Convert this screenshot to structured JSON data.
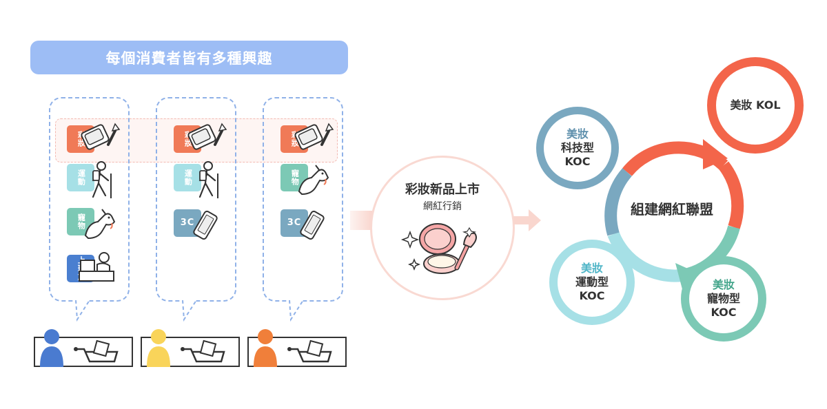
{
  "title": "每個消費者皆有多種興趣",
  "consumers": [
    {
      "color": "#4a7bd0",
      "interests": [
        {
          "label": "彩妝",
          "type": "makeup",
          "icon": "compact-icon"
        },
        {
          "label": "運動",
          "type": "sport",
          "icon": "hiker-icon"
        },
        {
          "label": "寵物",
          "type": "pet",
          "icon": "dog-icon"
        },
        {
          "label": "上班族",
          "type": "office",
          "icon": "office-worker-icon"
        }
      ]
    },
    {
      "color": "#f9d45a",
      "interests": [
        {
          "label": "彩妝",
          "type": "makeup",
          "icon": "compact-icon"
        },
        {
          "label": "運動",
          "type": "sport",
          "icon": "hiker-icon"
        },
        {
          "label": "3C",
          "type": "tech",
          "icon": "phone-icon"
        }
      ]
    },
    {
      "color": "#f07f3a",
      "interests": [
        {
          "label": "彩妝",
          "type": "makeup",
          "icon": "compact-icon"
        },
        {
          "label": "寵物",
          "type": "pet",
          "icon": "dog-icon"
        },
        {
          "label": "3C",
          "type": "tech",
          "icon": "phone-icon"
        }
      ]
    }
  ],
  "center": {
    "title": "彩妝新品上市",
    "subtitle": "網紅行銷"
  },
  "alliance": {
    "hub": "組建網紅聯盟",
    "nodes": [
      {
        "id": "kol",
        "accent": "",
        "line1": "美妝 KOL",
        "line2": "",
        "ring": "#f3654a",
        "accent_color": "#333"
      },
      {
        "id": "tech",
        "accent": "美妝",
        "line1": "科技型",
        "line2": "KOC",
        "ring": "#7aa8c0",
        "accent_color": "#5e8fac"
      },
      {
        "id": "sport",
        "accent": "美妝",
        "line1": "運動型",
        "line2": "KOC",
        "ring": "#a6e0e6",
        "accent_color": "#4fb5c7"
      },
      {
        "id": "pet",
        "accent": "美妝",
        "line1": "寵物型",
        "line2": "KOC",
        "ring": "#7cc9b5",
        "accent_color": "#44a58b"
      }
    ]
  },
  "colors": {
    "makeup": "#f07a57",
    "sport": "#a6e0e6",
    "pet": "#7cc9b5",
    "tech": "#7aa8c0",
    "office": "#4a7fd0",
    "banner": "#9dbdf5"
  }
}
